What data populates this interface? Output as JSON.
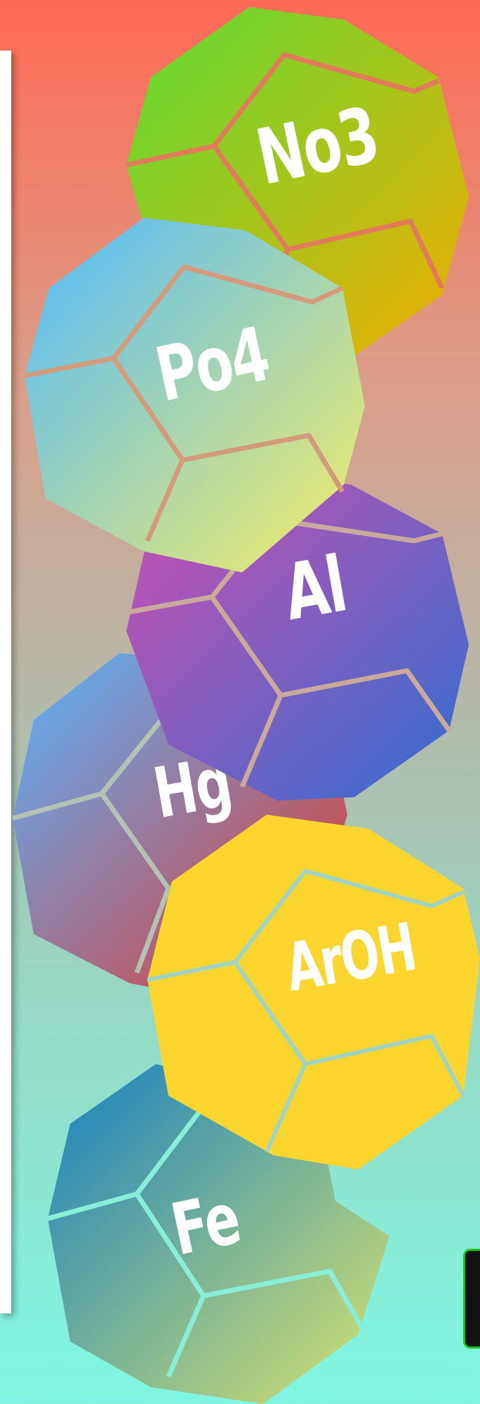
{
  "tiles": [
    {
      "id": "no3",
      "label": "No3",
      "colors": [
        "#5ddc36",
        "#f2ac00"
      ]
    },
    {
      "id": "po4",
      "label": "Po4",
      "colors": [
        "#4fb9ff",
        "#f7ee66"
      ]
    },
    {
      "id": "al",
      "label": "Al",
      "colors": [
        "#d04fb0",
        "#2f6ed0"
      ]
    },
    {
      "id": "hg",
      "label": "Hg",
      "colors": [
        "#58b4ff",
        "#e3362a"
      ]
    },
    {
      "id": "aroh",
      "label": "ArOH",
      "colors": [
        "#fcd62f",
        "#fcd62f"
      ]
    },
    {
      "id": "fe",
      "label": "Fe",
      "colors": [
        "#1680c2",
        "#d8e36e"
      ]
    }
  ],
  "colors": {
    "button_border": "#19c31a",
    "button_fill": "#111111"
  }
}
